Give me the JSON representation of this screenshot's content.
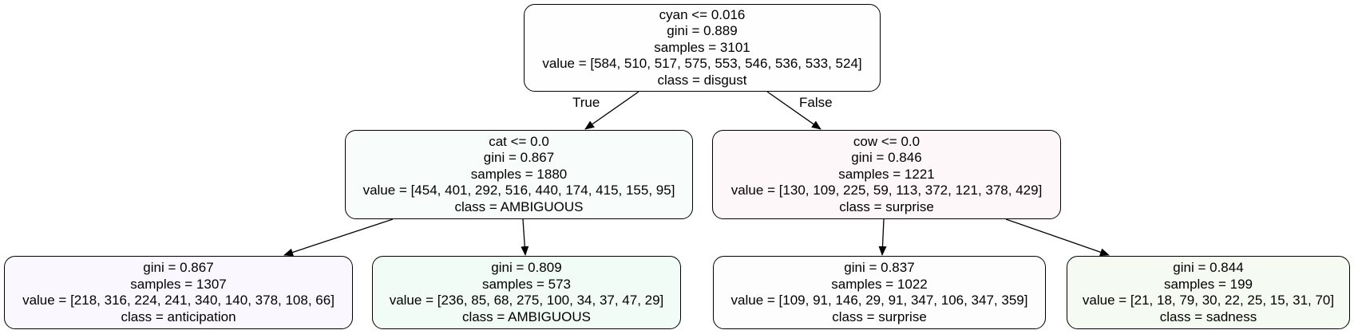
{
  "nodes": {
    "root": {
      "split": "cyan <= 0.016",
      "gini": "gini = 0.889",
      "samples": "samples = 3101",
      "value": "value = [584, 510, 517, 575, 553, 546, 536, 533, 524]",
      "class": "class = disgust",
      "fill": "#fefefe"
    },
    "left": {
      "split": "cat <= 0.0",
      "gini": "gini = 0.867",
      "samples": "samples = 1880",
      "value": "value = [454, 401, 292, 516, 440, 174, 415, 155, 95]",
      "class": "class = AMBIGUOUS",
      "fill": "#f8fdfb"
    },
    "right": {
      "split": "cow <= 0.0",
      "gini": "gini = 0.846",
      "samples": "samples = 1221",
      "value": "value = [130, 109, 225, 59, 113, 372, 121, 378, 429]",
      "class": "class = surprise",
      "fill": "#fdf7f9"
    },
    "ll": {
      "gini": "gini = 0.867",
      "samples": "samples = 1307",
      "value": "value = [218, 316, 224, 241, 340, 140, 378, 108, 66]",
      "class": "class = anticipation",
      "fill": "#faf8fe"
    },
    "lr": {
      "gini": "gini = 0.809",
      "samples": "samples = 573",
      "value": "value = [236, 85, 68, 275, 100, 34, 37, 47, 29]",
      "class": "class = AMBIGUOUS",
      "fill": "#f0fcf5"
    },
    "rl": {
      "gini": "gini = 0.837",
      "samples": "samples = 1022",
      "value": "value = [109, 91, 146, 29, 91, 347, 106, 347, 359]",
      "class": "class = surprise",
      "fill": "#fefdfe"
    },
    "rr": {
      "gini": "gini = 0.844",
      "samples": "samples = 199",
      "value": "value = [21, 18, 79, 30, 22, 25, 15, 31, 70]",
      "class": "class = sadness",
      "fill": "#f5fbf2"
    }
  },
  "edge_labels": {
    "true": "True",
    "false": "False"
  },
  "colors": {
    "stroke": "#000000",
    "background": "#ffffff"
  }
}
